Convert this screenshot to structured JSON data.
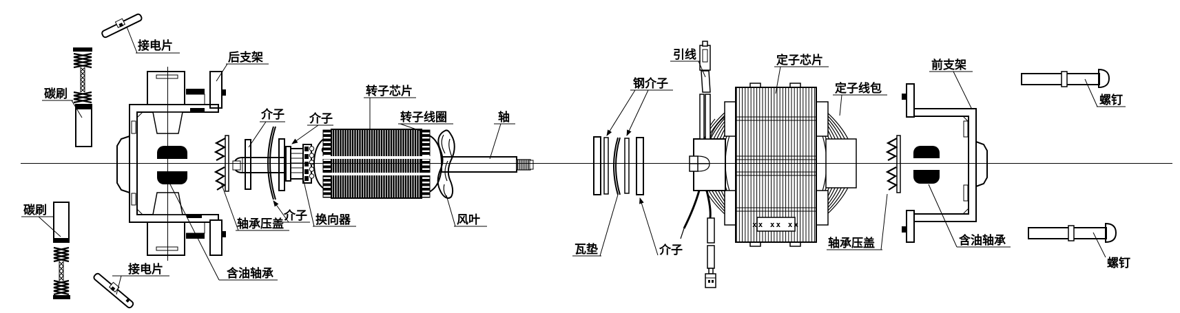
{
  "labels": {
    "terminal_tab_top": "接电片",
    "rear_bracket": "后支架",
    "carbon_brush_top": "碳刷",
    "washer_a": "介子",
    "washer_b": "介子",
    "rotor_core": "转子芯片",
    "rotor_coil": "转子线圈",
    "shaft": "轴",
    "fan": "风叶",
    "commutator": "换向器",
    "washer_c": "介子",
    "bearing_cover_left": "轴承压盖",
    "oil_bearing_left": "含油轴承",
    "terminal_tab_bottom": "接电片",
    "carbon_brush_bottom": "碳刷",
    "lead_wire": "引线",
    "steel_washer": "钢介子",
    "pad_washer": "瓦垫",
    "washer_d": "介子",
    "stator_core": "定子芯片",
    "stator_coil": "定子线包",
    "front_bracket": "前支架",
    "bearing_cover_right": "轴承压盖",
    "oil_bearing_right": "含油轴承",
    "screw_top": "螺钉",
    "screw_bottom": "螺钉"
  },
  "stator_marking": "xx xx xx"
}
